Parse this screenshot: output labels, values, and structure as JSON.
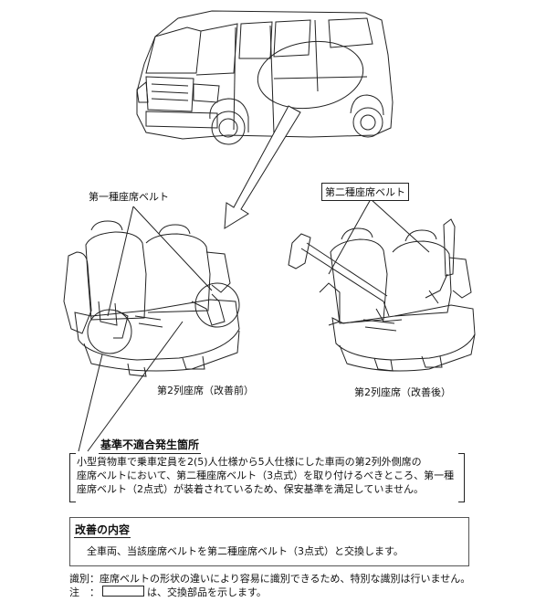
{
  "labels": {
    "type1_belt": "第一種座席ベルト",
    "type2_belt": "第二種座席ベルト",
    "seat_before": "第2列座席（改善前）",
    "seat_after": "第2列座席（改善後）"
  },
  "nonconformity": {
    "title": "基準不適合発生箇所",
    "lines": [
      "小型貨物車で乗車定員を2(5)人仕様から5人仕様にした車両の第2列外側席の",
      "座席ベルトにおいて、第二種座席ベルト（3点式）を取り付けるべきところ、第一種",
      "座席ベルト（2点式）が装着されているため、保安基準を満足していません。"
    ]
  },
  "improvement": {
    "title": "改善の内容",
    "text": "全車両、当該座席ベルトを第二種座席ベルト（3点式）と交換します。"
  },
  "notes": {
    "identification": "識別：座席ベルトの形状の違いにより容易に識別できるため、特別な識別は行いません。",
    "note_prefix": "注　：",
    "note_suffix": "は、交換部品を示します。"
  }
}
